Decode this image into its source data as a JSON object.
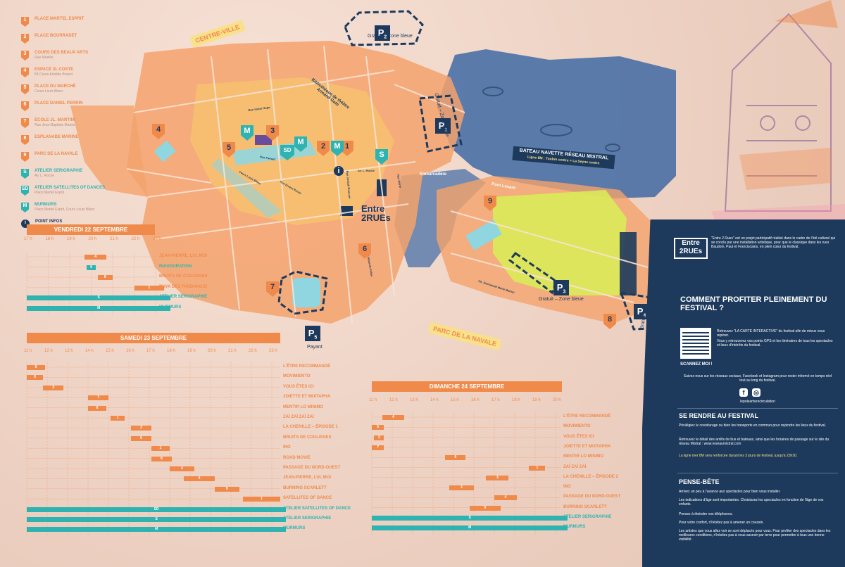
{
  "legend": [
    {
      "n": "1",
      "label": "Place Martel Esprit",
      "sub": "",
      "kind": "o"
    },
    {
      "n": "2",
      "label": "Place Bourradet",
      "sub": "",
      "kind": "o"
    },
    {
      "n": "3",
      "label": "Cours des Beaux Arts",
      "sub": "Rue Mireille",
      "kind": "o"
    },
    {
      "n": "4",
      "label": "Espace 3L Coste",
      "sub": "58 Cours Aristide Briand",
      "kind": "o"
    },
    {
      "n": "5",
      "label": "Place du Marché",
      "sub": "Cours Louis Blanc",
      "kind": "o"
    },
    {
      "n": "6",
      "label": "Place Daniel Perrin",
      "sub": "",
      "kind": "o"
    },
    {
      "n": "7",
      "label": "École Jl. Martini",
      "sub": "Rue Jean-Baptiste Martini",
      "kind": "o"
    },
    {
      "n": "8",
      "label": "Esplanade Marine",
      "sub": "",
      "kind": "o"
    },
    {
      "n": "9",
      "label": "Parc de la Navale",
      "sub": "",
      "kind": "o"
    },
    {
      "n": "S",
      "label": "Atelier Serigraphie",
      "sub": "Av. L. Roche",
      "kind": "t"
    },
    {
      "n": "SD",
      "label": "Atelier Satellites of Dances",
      "sub": "Place Martel Esprit",
      "kind": "t"
    },
    {
      "n": "M",
      "label": "Murmurs",
      "sub": "Place Martel Esprit, Cours Louis Blanc",
      "kind": "t"
    },
    {
      "n": "i",
      "label": "Point infos",
      "sub": "Place Martel Esprit",
      "kind": "navy"
    }
  ],
  "map": {
    "labels": {
      "centre_ville": "CENTRE-VILLE",
      "parc_navale": "PARC DE LA NAVALE",
      "biblio": "Bibliothèque de théâtre Armand Gatti",
      "bateau_title": "BATEAU NAVETTE RÉSEAU MISTRAL",
      "bateau_sub": "Ligne 8M : Toulon centre > La Seyne centre",
      "embarcadere": "Embarcadère",
      "pont_levant": "Pont Levant",
      "rue_hugo": "Rue Victor Hugo",
      "rue_faraud": "Rue Faraud",
      "cours_blanc": "Cours Louis Blanc",
      "rue_renan": "Rue Ernest Renan",
      "rue_marie": "Rue Marie",
      "av_roche": "Av. L. Roche",
      "rue_joseph": "Rue Joseph Rousset",
      "quai": "Quai Saturnin Fabre",
      "ch_marie": "Ch. Emmanuel Marie Martini"
    },
    "parkings": [
      {
        "id": "P2",
        "label": "Gratuit – Zone bleue"
      },
      {
        "id": "P1",
        "label": "Gratuit – Zone bleue"
      },
      {
        "id": "P3",
        "label": "Gratuit – Zone bleue"
      },
      {
        "id": "P4",
        "label": "Gratuit"
      },
      {
        "id": "P5",
        "label": "Payant"
      }
    ],
    "logo": {
      "line1": "Entre",
      "line2": "2RUEs"
    }
  },
  "vendredi": {
    "title": "VENDREDI 22 SEPTEMBRE",
    "hours": [
      "17 h",
      "18 h",
      "19 h",
      "20 h",
      "21 h",
      "22 h",
      "23 h"
    ],
    "activities": [
      {
        "label": "JEAN-PIERRE, LUI, MOI",
        "venue": "4",
        "start": 19.7,
        "end": 20.7,
        "kind": "o"
      },
      {
        "label": "INAUGURATION",
        "venue": "9",
        "start": 19.8,
        "end": 20.2,
        "kind": "t"
      },
      {
        "label": "BRUITS DE COULISSES",
        "venue": "6",
        "start": 20.3,
        "end": 21.0,
        "kind": "o"
      },
      {
        "label": "RUYA DES FANDANGO!",
        "venue": "1",
        "start": 22.0,
        "end": 23.4,
        "kind": "o"
      },
      {
        "label": "ATELIER SERIGRAPHIE",
        "venue": "S",
        "start": 17.0,
        "end": 23.7,
        "kind": "t"
      },
      {
        "label": "MURMURS",
        "venue": "M",
        "start": 17.0,
        "end": 23.7,
        "kind": "t"
      }
    ]
  },
  "samedi": {
    "title": "SAMEDI 23 SEPTEMBRE",
    "hours": [
      "11 h",
      "12 h",
      "13 h",
      "14 h",
      "15 h",
      "16 h",
      "17 h",
      "18 h",
      "19 h",
      "20 h",
      "21 h",
      "22 h",
      "23 h"
    ],
    "activities": [
      {
        "label": "L'ÊTRE RECOMMANDÉ",
        "venue": "6",
        "start": 11.0,
        "end": 11.9,
        "kind": "o"
      },
      {
        "label": "MOVIMIENTO",
        "venue": "5",
        "start": 11.0,
        "end": 11.8,
        "kind": "o"
      },
      {
        "label": "VOUS ÊTES ICI",
        "venue": "3",
        "start": 11.8,
        "end": 12.8,
        "kind": "o"
      },
      {
        "label": "JOIETTE ET MUITAPHA",
        "venue": "7",
        "start": 14.0,
        "end": 15.0,
        "kind": "o"
      },
      {
        "label": "MENTIR LO MINIMO",
        "venue": "6",
        "start": 14.0,
        "end": 14.9,
        "kind": "o"
      },
      {
        "label": "ZAÏ ZAÏ ZAÏ ZAÏ",
        "venue": "1",
        "start": 15.1,
        "end": 15.8,
        "kind": "o"
      },
      {
        "label": "LA CHENILLE – ÉPISODE 1",
        "venue": "3",
        "start": 16.1,
        "end": 17.1,
        "kind": "o"
      },
      {
        "label": "BRUITS DE COULISSES",
        "venue": "6",
        "start": 16.1,
        "end": 17.1,
        "kind": "o"
      },
      {
        "label": "INO",
        "venue": "1",
        "start": 17.1,
        "end": 18.0,
        "kind": "o"
      },
      {
        "label": "ROAD MOVIE",
        "venue": "8",
        "start": 17.1,
        "end": 18.1,
        "kind": "o"
      },
      {
        "label": "PASSAGE DU NORD-OUEST",
        "venue": "4",
        "start": 18.0,
        "end": 19.2,
        "kind": "o"
      },
      {
        "label": "JEAN-PIERRE, LUI, MOI",
        "venue": "4",
        "start": 18.7,
        "end": 20.2,
        "kind": "o"
      },
      {
        "label": "BURNING SCARLETT",
        "venue": "9",
        "start": 20.2,
        "end": 21.4,
        "kind": "o"
      },
      {
        "label": "SATELLITES OF DANCE",
        "venue": "1",
        "start": 21.6,
        "end": 23.4,
        "kind": "o"
      },
      {
        "label": "ATELIER SATELLITES OF DANCE",
        "venue": "SD",
        "start": 11.0,
        "end": 23.7,
        "kind": "t"
      },
      {
        "label": "ATELIER SERIGRAPHIE",
        "venue": "S",
        "start": 11.0,
        "end": 23.7,
        "kind": "t"
      },
      {
        "label": "MURMURS",
        "venue": "M",
        "start": 11.0,
        "end": 23.7,
        "kind": "t"
      }
    ]
  },
  "dimanche": {
    "title": "DIMANCHE 24 SEPTEMBRE",
    "hours": [
      "11 h",
      "12 h",
      "13 h",
      "14 h",
      "15 h",
      "16 h",
      "17 h",
      "18 h",
      "19 h",
      "20 h"
    ],
    "activities": [
      {
        "label": "L'ÊTRE RECOMMANDÉ",
        "venue": "4",
        "start": 11.5,
        "end": 12.6,
        "kind": "o"
      },
      {
        "label": "MOVIMIENTO",
        "venue": "5",
        "start": 11.0,
        "end": 11.6,
        "kind": "o"
      },
      {
        "label": "VOUS ÊTES ICI",
        "venue": "3",
        "start": 11.1,
        "end": 11.6,
        "kind": "o"
      },
      {
        "label": "JOIETTE ET MUITAPHA",
        "venue": "7",
        "start": 11.0,
        "end": 11.6,
        "kind": "o"
      },
      {
        "label": "MENTIR LO MINIMO",
        "venue": "6",
        "start": 14.6,
        "end": 15.6,
        "kind": "o"
      },
      {
        "label": "ZAÏ ZAÏ ZAÏ",
        "venue": "1",
        "start": 18.7,
        "end": 19.5,
        "kind": "o"
      },
      {
        "label": "LA CHENILLE – ÉPISODE 2",
        "venue": "3",
        "start": 16.6,
        "end": 17.7,
        "kind": "o"
      },
      {
        "label": "INO",
        "venue": "1",
        "start": 14.8,
        "end": 16.0,
        "kind": "o"
      },
      {
        "label": "PASSAGE DU NORD-OUEST",
        "venue": "4",
        "start": 17.0,
        "end": 18.1,
        "kind": "o"
      },
      {
        "label": "BURNING SCARLETT",
        "venue": "9",
        "start": 15.8,
        "end": 17.3,
        "kind": "o"
      },
      {
        "label": "ATELIER SERIGRAPHIE",
        "venue": "S",
        "start": 11.0,
        "end": 20.6,
        "kind": "t"
      },
      {
        "label": "MURMURS",
        "venue": "M",
        "start": 11.0,
        "end": 20.6,
        "kind": "t"
      }
    ]
  },
  "panel": {
    "logo_line1": "Entre",
    "logo_line2": "2RUEs",
    "intro": "\"Entre 2 Rues\" est un projet participatif réalisé dans le cadre de l'été culturel qui se conclu par une installation artistique, pour que le classique dans les rues Baudoin, Paul et Franciscains, en plein cœur du festival.",
    "heading_main": "COMMENT PROFITER PLEINEMENT DU FESTIVAL ?",
    "qr_text": "Retrouvez \"LA CARTE INTERACTIVE\" du festival afin de mieux vous repérer.",
    "qr_text2": "Vous y retrouverez vos points GPS et les itinéraires de tous les spectacles et lieux d'intérêts du festival.",
    "scan_label": "SCANNEZ MOI !",
    "social_text": "Suivez-nous sur les réseaux sociaux, Facebook et Instagram pour rester informé en temps réel tout au long du festival.",
    "social_handle": "lepoleartsencirculation",
    "heading_rendre": "SE RENDRE AU FESTIVAL",
    "rendre_text1": "Privilégiez le covoiturage ou bien les transports en commun pour rejoindre les lieux du festival.",
    "rendre_text2": "Retrouvez le détail des arrêts de bus et bateaux, ainsi que les horaires de passage sur le site du réseau Mistral : www.reseaumistral.com",
    "rendre_text3": "La ligne mer 8M sera renforcée durant les 3 jours de festival, jusqu'à 23h30.",
    "heading_pense": "PENSE-BÊTE",
    "pense_1": "Arrivez un peu à l'avance aux spectacles pour bien vous installer.",
    "pense_2": "Les indications d'âge sont importantes. Choisissez les spectacles en fonction de l'âge de vos enfants.",
    "pense_3": "Pensez à éteindre vos téléphones.",
    "pense_4": "Pour votre confort, n'hésitez pas à amener un coussin.",
    "pense_5": "Les artistes que vous allez voir se sont déplacés pour vous. Pour profiter des spectacles dans les meilleures conditions, n'hésitez pas à vous asseoir par terre pour permettre à tous une bonne visibilité."
  },
  "colors": {
    "orange": "#f08a4b",
    "teal": "#2fb3b1",
    "navy": "#1d3a5c",
    "blue_water": "#3f6aa5",
    "lime": "#d8ee57",
    "sand": "#f4b07d"
  }
}
